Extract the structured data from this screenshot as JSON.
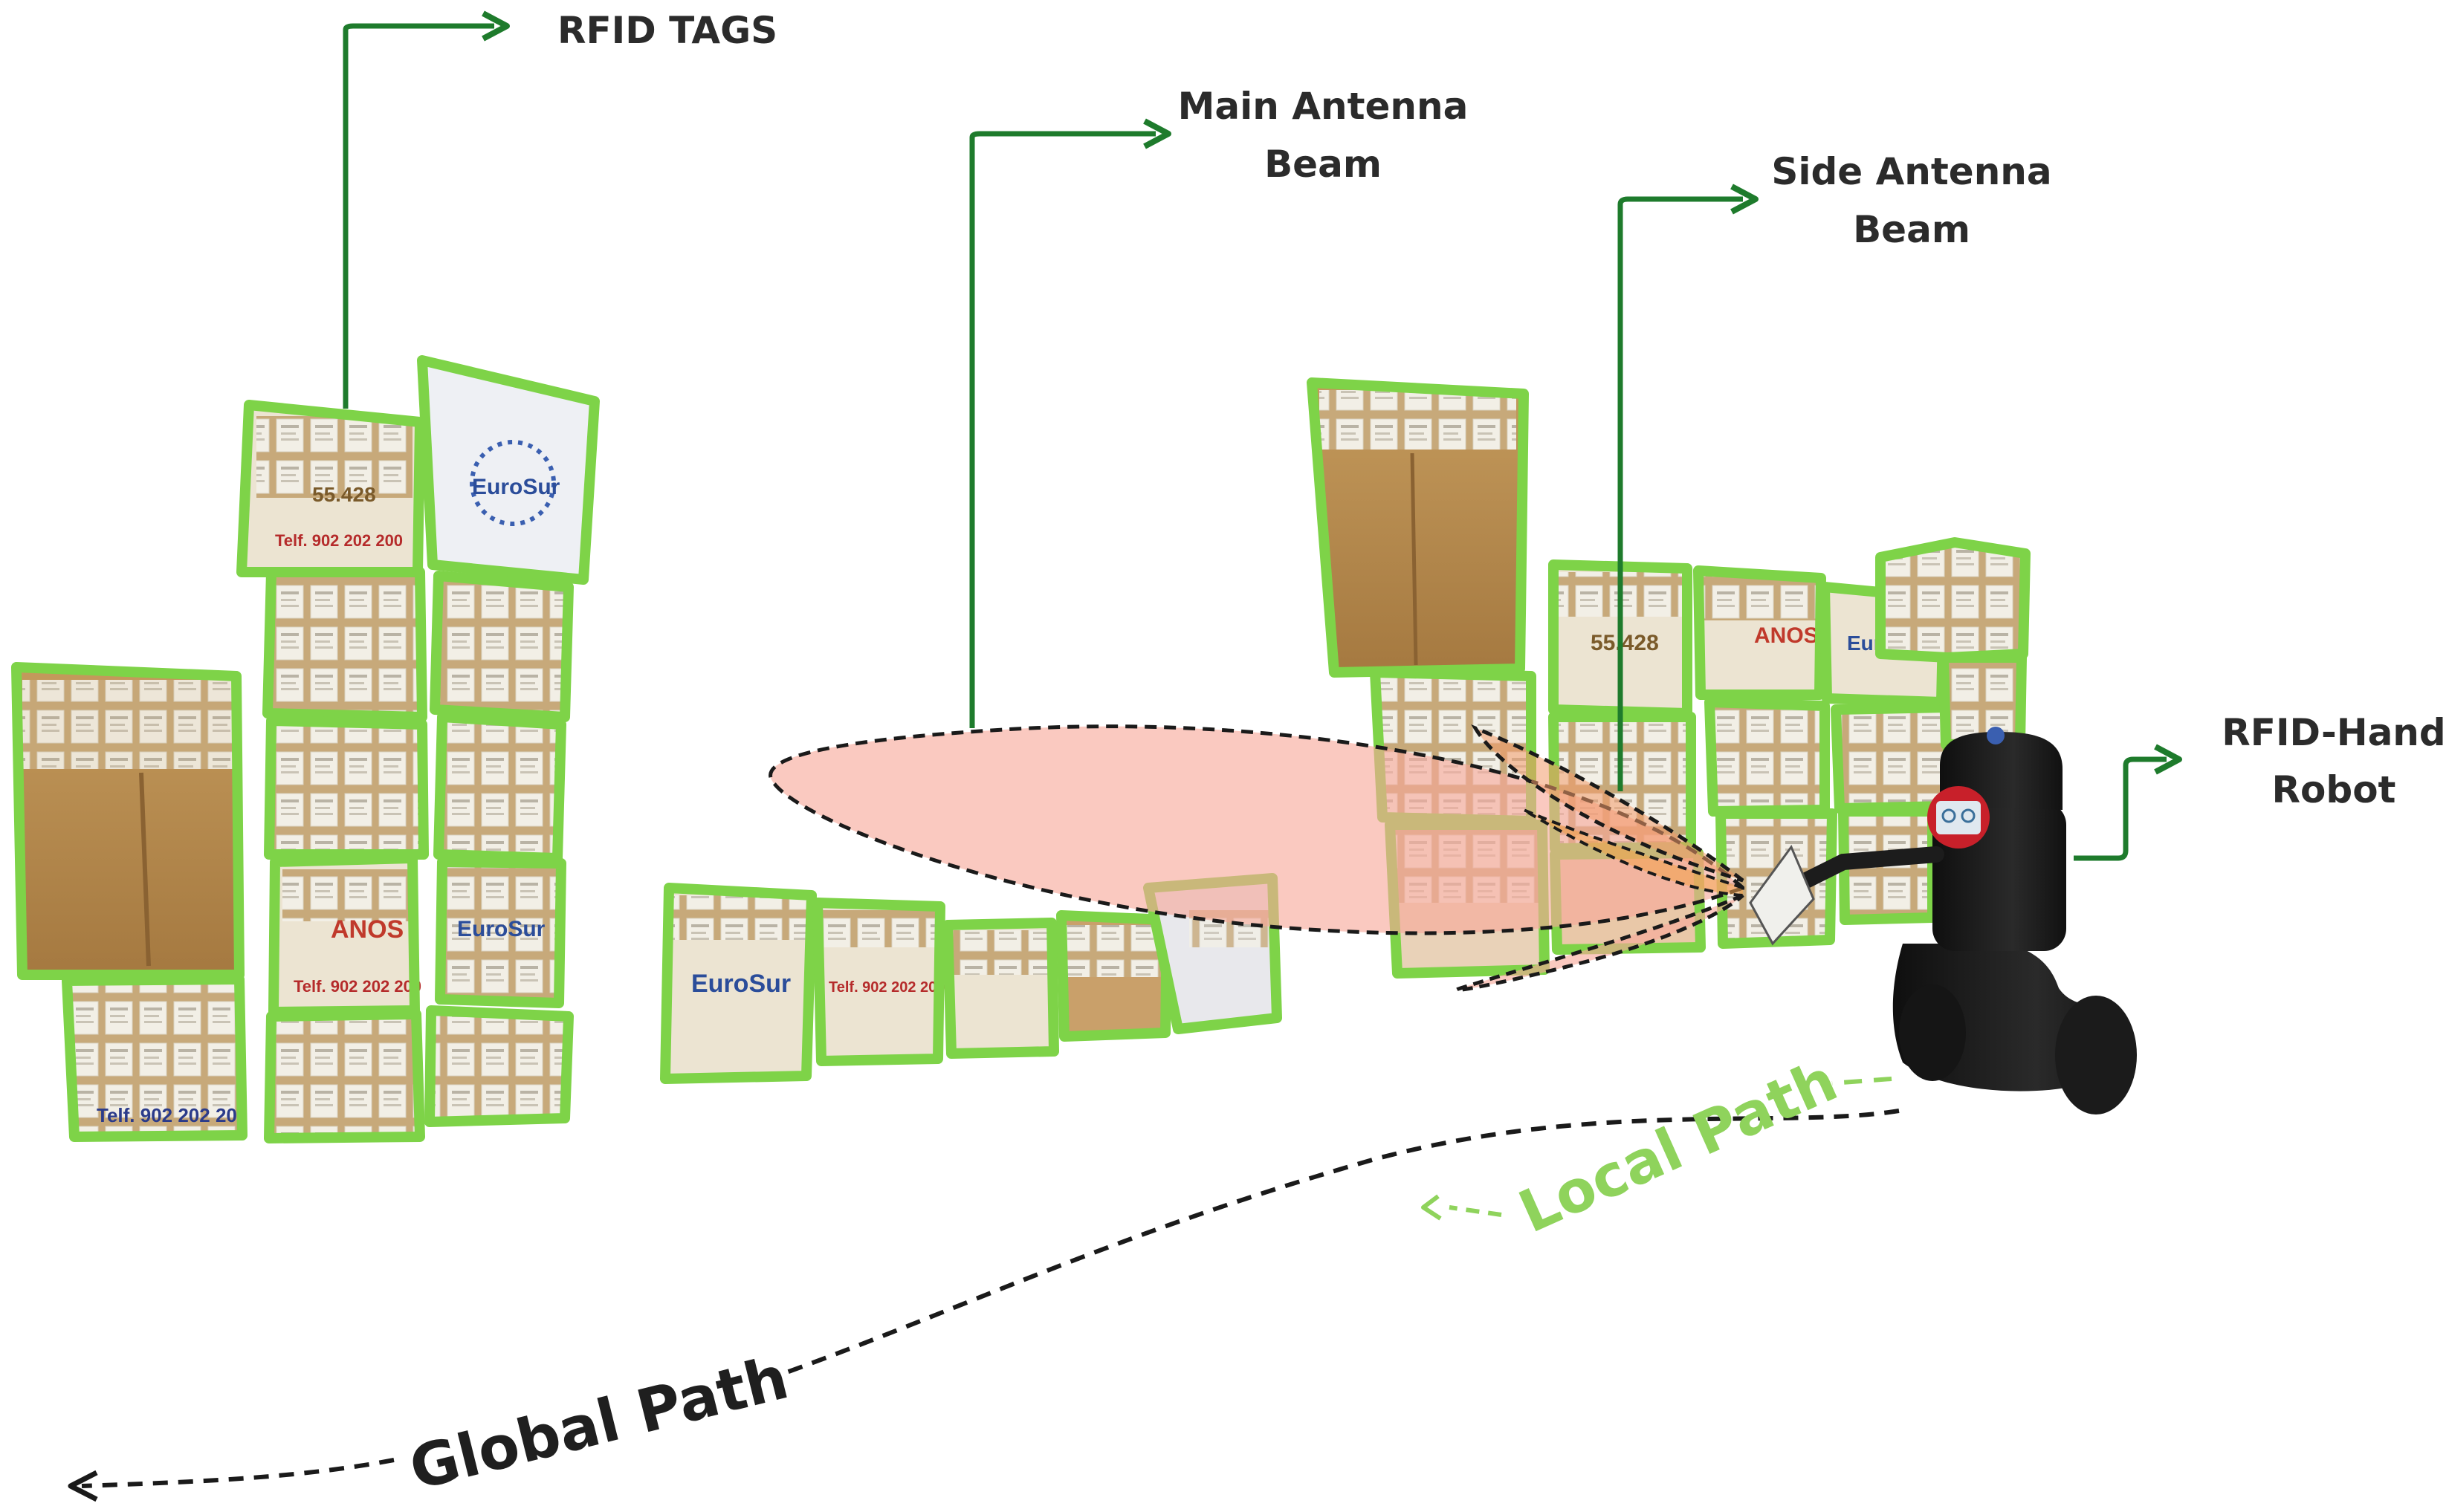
{
  "labels": {
    "rfid_tags": "RFID TAGS",
    "main_antenna_line1": "Main Antenna",
    "main_antenna_line2": "Beam",
    "side_antenna_line1": "Side Antenna",
    "side_antenna_line2": "Beam",
    "robot_line1": "RFID-Hand",
    "robot_line2": "Robot",
    "local_path": "Local Path",
    "global_path": "Global Path"
  },
  "box_printing": {
    "phone": "Telf. 902 202 200",
    "number": "55.428",
    "brand_a": "ANOS",
    "brand_b": "EuroSur"
  },
  "colors": {
    "box_outline": "#7ed348",
    "arrow_green": "#1e7b2c",
    "local_path_green": "#8fd35c",
    "beam_fill": "#f7a899",
    "cardboard": "#b58a4f",
    "label_text": "#2b2b2b",
    "dashed_path": "#1a1a1a",
    "robot_body": "#1f1f1f",
    "robot_accent": "#c8202a"
  }
}
